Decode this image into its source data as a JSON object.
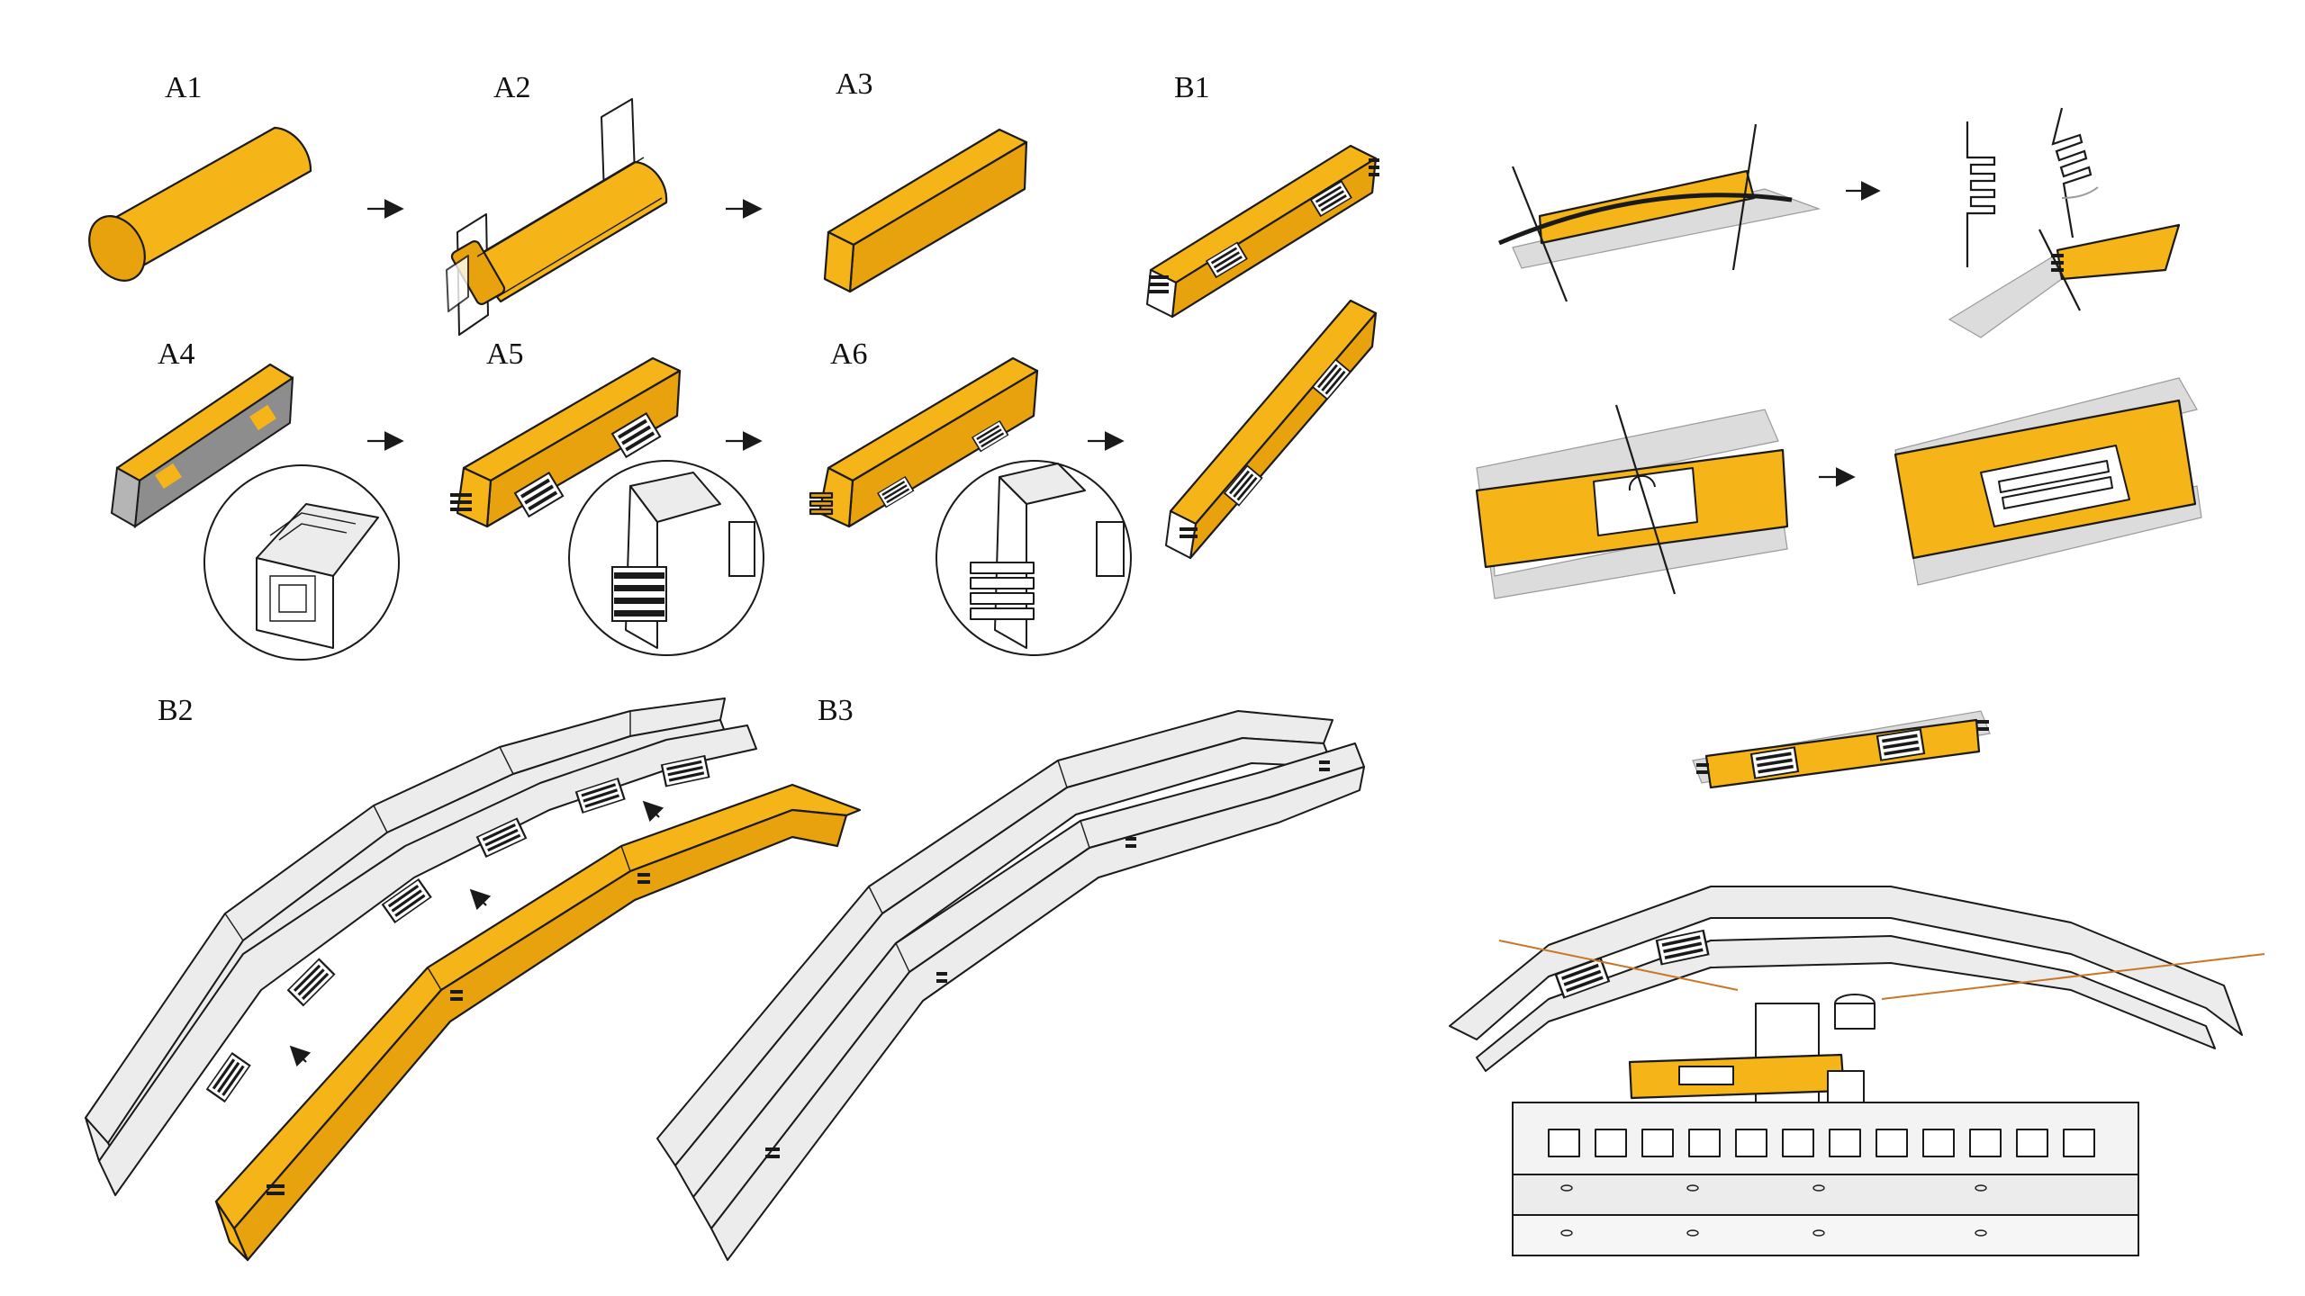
{
  "labels": {
    "a1": "A1",
    "a2": "A2",
    "a3": "A3",
    "a4": "A4",
    "a5": "A5",
    "a6": "A6",
    "b1": "B1",
    "b2": "B2",
    "b3": "B3"
  },
  "colors": {
    "timber": "#f5b418",
    "timber_shade": "#e7a20d",
    "assembled": "#ececec",
    "outline": "#1a1a1a",
    "cable": "#c8772a"
  },
  "icons": [
    "arrow-right-icon",
    "arrow-up-left-icon"
  ]
}
